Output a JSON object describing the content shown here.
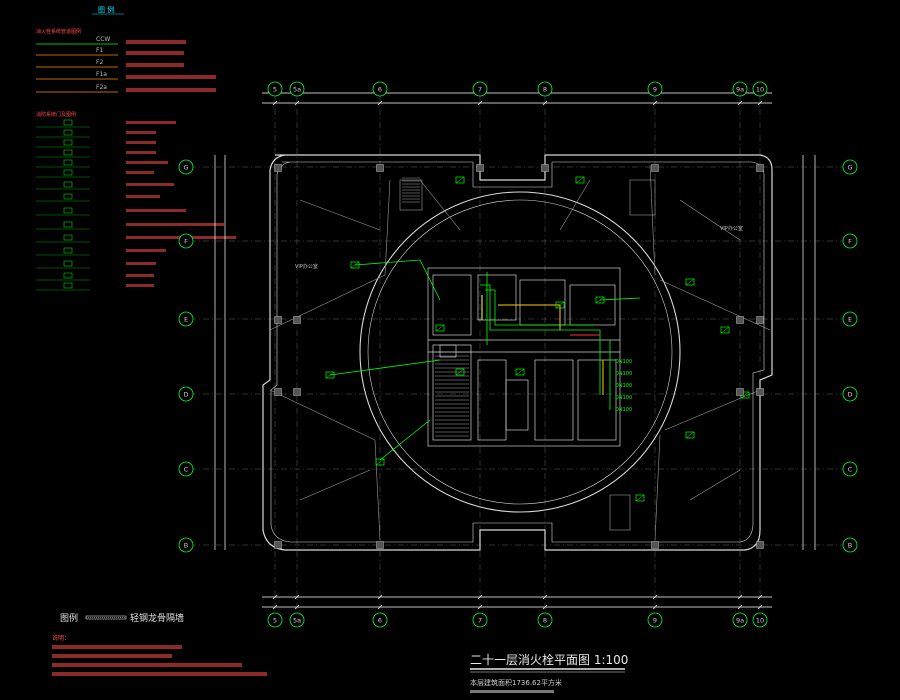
{
  "legend": {
    "title": "图 例",
    "pipe_section_title": "消火栓系统管道图例",
    "pipe_codes": [
      "CCW",
      "F1",
      "F2",
      "F1a",
      "F2a"
    ],
    "equipment_section_title": "消防系统门及图例"
  },
  "grid": {
    "top_axes": [
      "5",
      "5a",
      "6",
      "7",
      "8",
      "9",
      "9a",
      "10"
    ],
    "bottom_axes": [
      "5",
      "5a",
      "6",
      "7",
      "8",
      "9",
      "9a",
      "10"
    ],
    "left_axes": [
      "G",
      "F",
      "E",
      "D",
      "C",
      "B"
    ],
    "right_axes": [
      "G",
      "F",
      "E",
      "D",
      "C",
      "B"
    ]
  },
  "rooms": {
    "vip_west": "VIP办公室",
    "vip_east": "VIP办公室"
  },
  "riser_labels": [
    "DN100",
    "DN100",
    "DN100",
    "DN100",
    "DN100"
  ],
  "bottom_legend": {
    "label": "图例",
    "description": "轻钢龙骨隔墙"
  },
  "notes": {
    "title": "说明："
  },
  "title_block": {
    "title": "二十一层消火栓平面图 1:100",
    "area_line": "本层建筑面积1736.62平方米"
  },
  "colors": {
    "background": "#000000",
    "wall": "#d8d8d8",
    "grid_bubble": "#00ff33",
    "fire_pipe": "#00ff00",
    "legend_text": "#ff4d4d",
    "title": "#e8e8e8",
    "dim_line": "#ffffff",
    "interior": "#9a9a9a"
  }
}
